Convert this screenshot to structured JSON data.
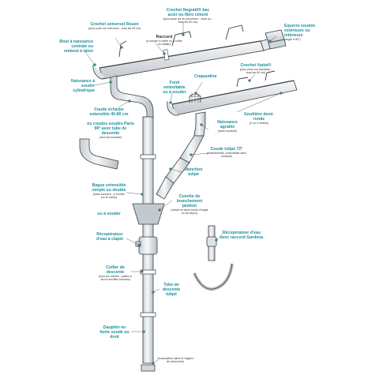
{
  "colors": {
    "label": "#1f8e9c",
    "note": "#333333",
    "metal": "#e9ecef",
    "outline": "#3b3f44",
    "dot": "#1f8e9c"
  },
  "labels": {
    "crochet_universel": {
      "title": "Crochet universel Rouen",
      "sub": "(pour pose sur chevrons - tous les 60 cm)"
    },
    "crochet_negratil": {
      "title": "Crochet Negratil® bac acier ou fibro ciment",
      "sub": "(pour pose sur la couverture - avec ou - tous les 60 cm)"
    },
    "equerre": {
      "title": "Equerre soudée extérieure ou intérieure",
      "sub": "(angle à 90°)"
    },
    "bout_naissance": {
      "title": "Bout à naissance centrale ou embout à talon"
    },
    "raccord": {
      "title": "Raccord",
      "sub": "(à souder à ridelé ou à coller au mastic)"
    },
    "crochet_vadot": {
      "title": "Crochet Vadot®",
      "sub": "(pour pose sur bandeau - tous les 60 cm)"
    },
    "naissance_cyl": {
      "title": "Naissance à souder cylindrique"
    },
    "crapaudine": {
      "title": "Crapaudine"
    },
    "fond": {
      "title": "Fond emboîtable ou à souder"
    },
    "gouttiere": {
      "title": "Gouttière demi-ronde",
      "sub": "(2 ou 4 mètres)"
    },
    "coude_echarpe": {
      "title": "Coude écharpe extensible 40-80 cm"
    },
    "coudes_soudes": {
      "title": "ou coudes soudés Paris 90° avec tube de descente",
      "sub": "(raccord soudure)"
    },
    "naissance_agrafee": {
      "title": "Naissance agrafée",
      "sub": "(sans soudure)"
    },
    "coude_tulipe": {
      "title": "Coude tulipé 72°",
      "sub": "(mâle/femelle, emboîtable sans soudure)"
    },
    "manchon": {
      "title": "Manchon tulipé"
    },
    "bague": {
      "title": "Bague extensible simple ou double",
      "sub": "(sans soudure - à monter sur le collier)"
    },
    "ou_souder": {
      "title": "ou à souder"
    },
    "cuvette": {
      "title": "Cuvette de branchement jambon",
      "sub": "(existe en demi-ronde d'angle ou de façon)"
    },
    "recuperateur_clapet": {
      "title": "Récupérateur d'eau à clapet"
    },
    "recuperateur_gardena": {
      "title": "Récupérateur d'eau avec raccord Gardena"
    },
    "collier": {
      "title": "Collier de descente",
      "sub": "(tous les mètres - pattes à vis et chevilles fournies)"
    },
    "tube": {
      "title": "Tube de descente tulipé"
    },
    "dauphin": {
      "title": "Dauphin en fonte soudé ou droit"
    },
    "evacuation": {
      "title": "(évacuation dans le regard de descente)"
    }
  }
}
